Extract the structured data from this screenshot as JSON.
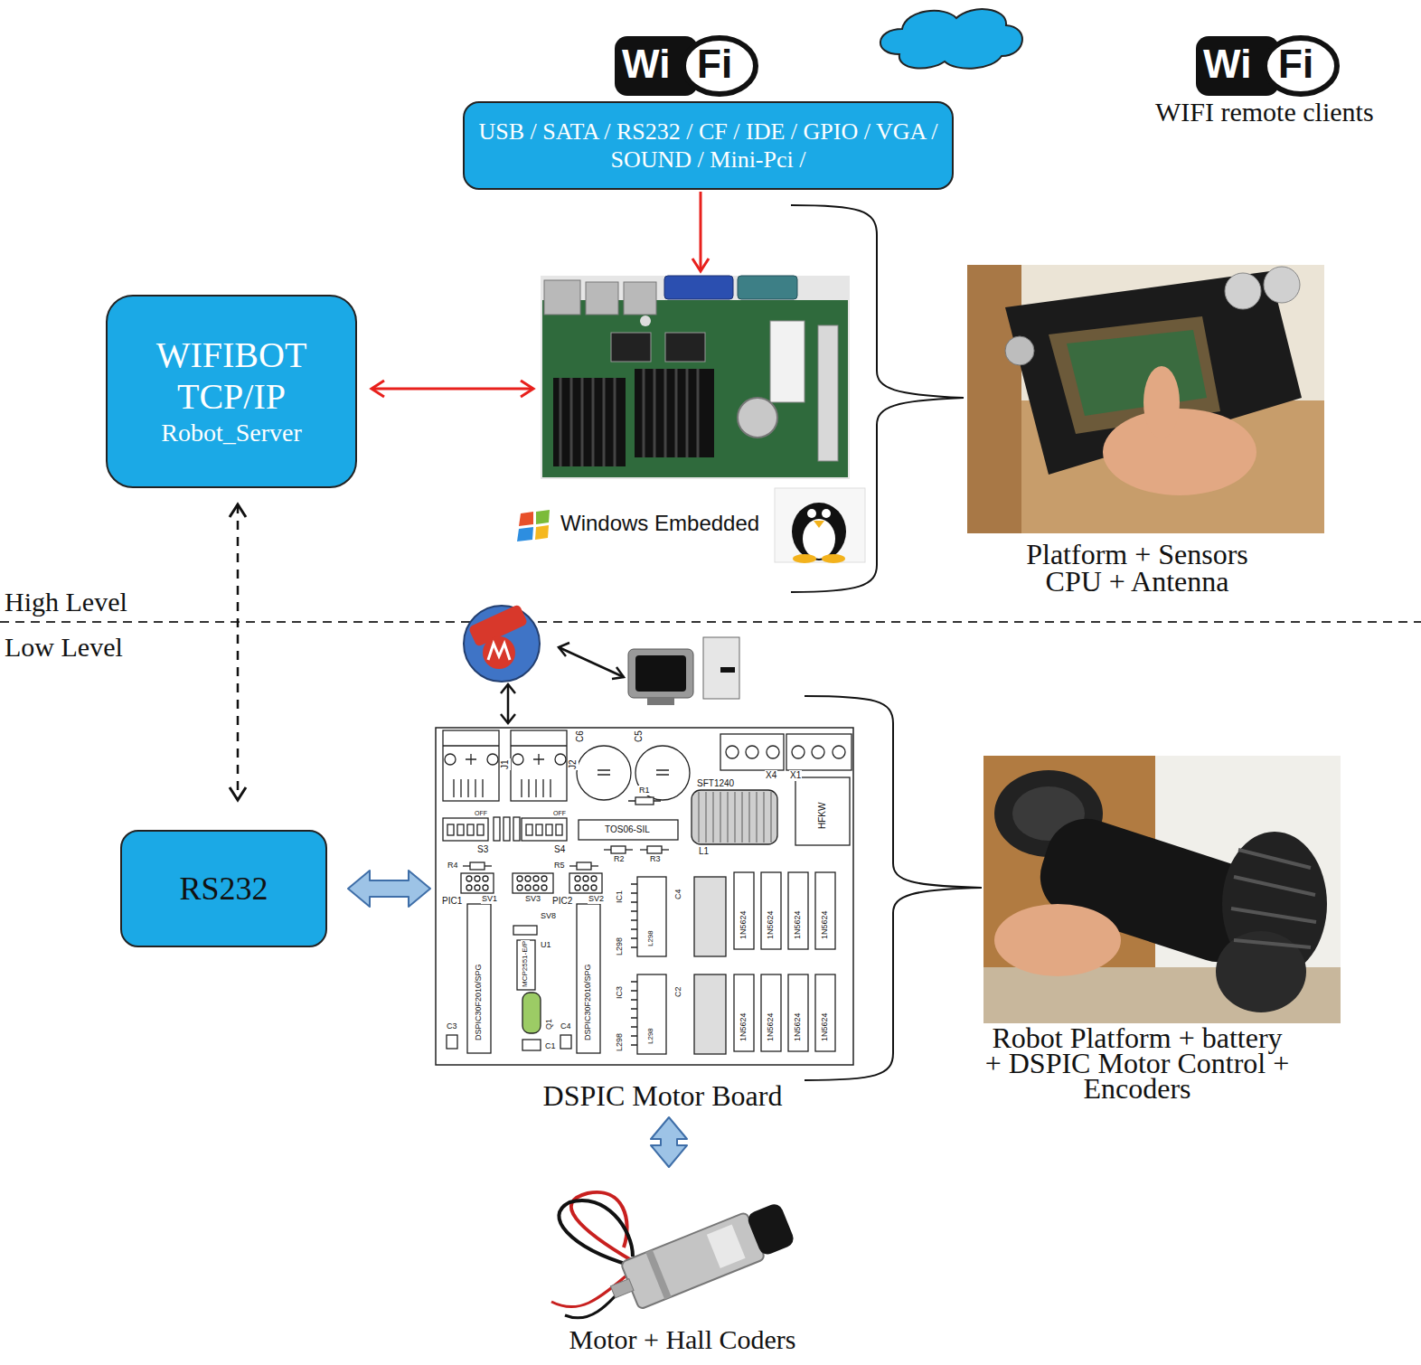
{
  "diagram": {
    "nodes": [
      {
        "text": [
          "USB / SATA / RS232 / CF / IDE / GPIO / VGA / SOUND / Mini-Pci /"
        ]
      },
      {
        "text": [
          "Windows Embedded"
        ]
      },
      {
        "text": [
          "WIFIBOT TCP/IP",
          "Robot_Server"
        ]
      },
      {
        "text": [
          "RS232"
        ]
      },
      {
        "text": [
          "DSPIC Motor Board"
        ]
      },
      {
        "text": [
          "Motor + Hall Coders"
        ]
      }
    ],
    "edges": [
      {
        "from": 0,
        "to": 1,
        "arrow": "to"
      },
      {
        "from": 2,
        "to": 1,
        "arrow": "both"
      },
      {
        "from": 2,
        "to": 3,
        "arrow": "both"
      },
      {
        "from": 3,
        "to": 4,
        "arrow": "both"
      },
      {
        "from": 4,
        "to": 5,
        "arrow": "both"
      }
    ],
    "labels": [
      "Wi",
      "Fi",
      "Wi",
      "Fi",
      "WIFI remote clients",
      "Platform + Sensors CPU + Antenna",
      "High Level",
      "Low Level",
      "Robot Platform + battery + DSPIC Motor Control + Encoders",
      "J1",
      "J2",
      "C6",
      "C5",
      "X4",
      "SFT1240",
      "X1",
      "HFKW",
      "L1",
      "TOS06-SIL",
      "S3",
      "S4",
      "OFF",
      "OFF",
      "R1",
      "R2",
      "R3",
      "R4",
      "R5",
      "SV1",
      "SV3",
      "SV2",
      "PIC1",
      "PIC2",
      "SV8",
      "U1",
      "MCP2551-E/P",
      "Q1",
      "IC1",
      "IC3",
      "L298",
      "L298",
      "L298",
      "L298",
      "DSPIC30F2010/SPG",
      "DSPIC30F2010/SPG",
      "1N5624",
      "1N5624",
      "1N5624",
      "1N5624",
      "1N5624",
      "1N5624",
      "1N5624",
      "1N5624",
      "C1",
      "C3",
      "C4",
      "C4",
      "C2"
    ]
  }
}
